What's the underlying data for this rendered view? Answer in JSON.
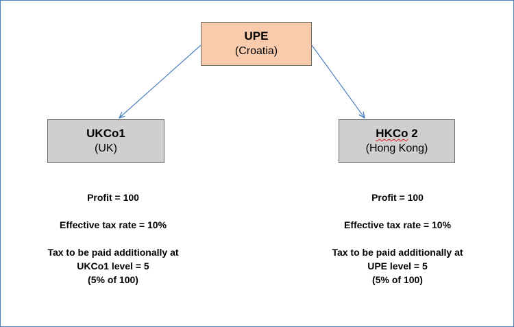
{
  "colors": {
    "frame_border": "#4a7fc0",
    "arrow": "#4a7fc0",
    "upe_fill": "#f8cbad",
    "sub_fill": "#d0cece",
    "box_border": "#6b6b6b"
  },
  "nodes": {
    "upe": {
      "title": "UPE",
      "subtitle": "(Croatia)"
    },
    "ukco1": {
      "title": "UKCo1",
      "subtitle": "(UK)"
    },
    "hkco2": {
      "title_prefix": "HKCo",
      "title_suffix": " 2",
      "subtitle": "(Hong Kong)"
    }
  },
  "left_info": {
    "profit": "Profit = 100",
    "tax_rate": "Effective tax rate = 10%",
    "additional_line1": "Tax to be paid additionally at",
    "additional_line2": "UKCo1 level = 5",
    "additional_line3": "(5% of 100)"
  },
  "right_info": {
    "profit": "Profit = 100",
    "tax_rate": "Effective tax rate = 10%",
    "additional_line1": "Tax to be paid additionally at",
    "additional_line2": "UPE level = 5",
    "additional_line3": "(5% of 100)"
  }
}
